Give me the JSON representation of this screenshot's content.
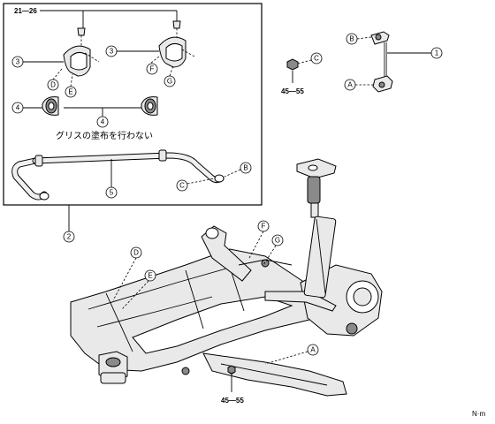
{
  "torques": {
    "stabilizer_bracket": "21—26",
    "link_upper_nut": "45—55",
    "link_lower_nut": "45—55"
  },
  "callouts": {
    "c1": "1",
    "c2": "2",
    "c3": "3",
    "c4": "4",
    "c5": "5",
    "A": "A",
    "B": "B",
    "C": "C",
    "D": "D",
    "E": "E",
    "F": "F",
    "G": "G"
  },
  "notes": {
    "no_grease": "グリスの塗布を行わない"
  },
  "unit": "N·m"
}
